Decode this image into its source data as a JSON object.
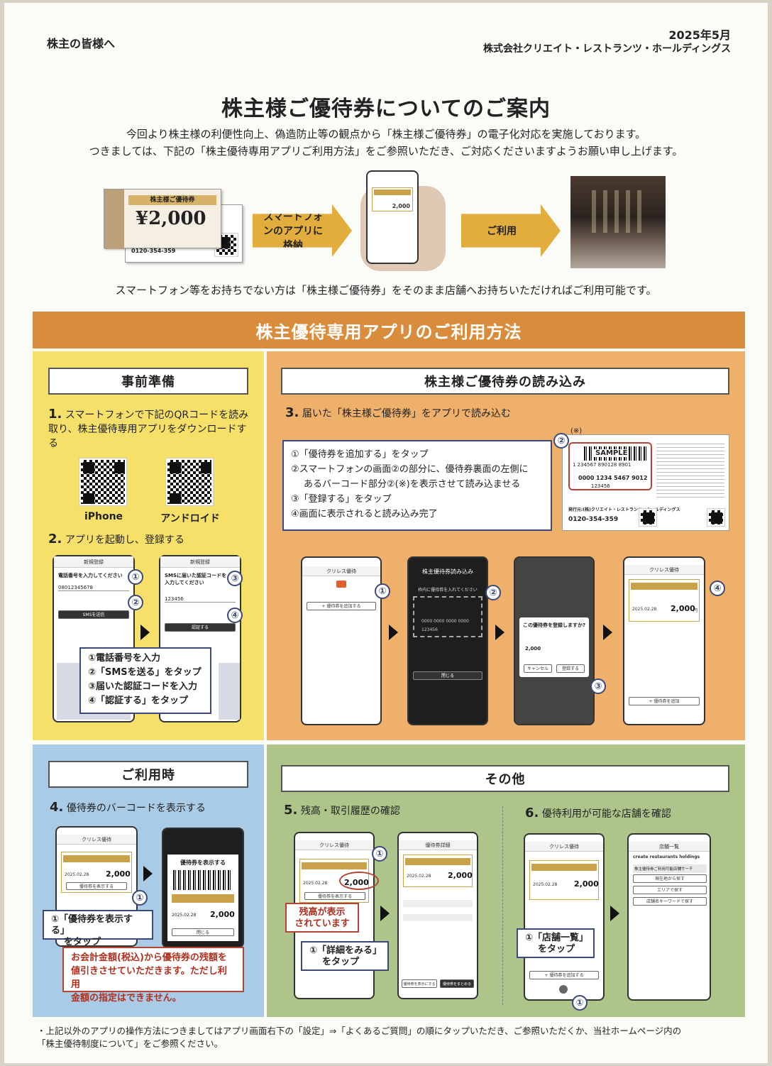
{
  "header": {
    "to": "株主の皆様へ",
    "date": "2025年5月",
    "company": "株式会社クリエイト・レストランツ・ホールディングス"
  },
  "title": "株主様ご優待券についてのご案内",
  "intro": {
    "line1": "今回より株主様の利便性向上、偽造防止等の観点から「株主様ご優待券」の電子化対応を実施しております。",
    "line2": "つきましては、下記の「株主優待専用アプリご利用方法」をご参照いただき、ご対応くださいますようお願い申し上げます。"
  },
  "flow": {
    "ticket_title": "株主様ご優待券",
    "ticket_amount": "¥2,000",
    "ticket_tel": "0120-354-359",
    "arrow1": "スマートフォンのアプリに格納",
    "arrow2": "ご利用",
    "phone_amount": "2,000"
  },
  "no_phone_note": "スマートフォン等をお持ちでない方は「株主様ご優待券」をそのまま店舗へお持ちいただければご利用可能です。",
  "banner": "株主優待専用アプリのご利用方法",
  "prep": {
    "head": "事前準備",
    "step1_num": "1.",
    "step1_text": "スマートフォンで下記のQRコードを読み取り、株主優待専用アプリをダウンロードする",
    "qr1_label": "iPhone",
    "qr2_label": "アンドロイド",
    "step2_num": "2.",
    "step2_text": "アプリを起動し、登録する",
    "phone1_title": "新規登録",
    "phone1_prompt": "電話番号を入力してください",
    "phone1_number": "08012345678",
    "phone1_btn": "SMSを送信",
    "phone2_title": "新規登録",
    "phone2_prompt": "SMSに届いた認証コードを入力してください",
    "phone2_code": "123456",
    "phone2_btn": "認証する",
    "instructions": [
      "①電話番号を入力",
      "②「SMSを送る」をタップ",
      "③届いた認証コードを入力",
      "④「認証する」をタップ"
    ],
    "markers": [
      "①",
      "②",
      "③",
      "④"
    ]
  },
  "read": {
    "head": "株主様ご優待券の読み込み",
    "step3_num": "3.",
    "step3_text": "届いた「株主様ご優待券」をアプリで読み込む",
    "instructions": [
      "①「優待券を追加する」をタップ",
      "②スマートフォンの画面②の部分に、優待券裏面の左側に",
      "あるバーコード部分②(※)を表示させて読み込ませる",
      "③「登録する」をタップ",
      "④画面に表示されると読み込み完了"
    ],
    "ticket_marker": "②",
    "ticket_note": "(※)",
    "ticket_sample": "SAMPLE",
    "ticket_barcode_num": "1 234567 890128 8901",
    "ticket_code": "0000 1234 5467 9012",
    "ticket_pin": "123456",
    "ticket_issuer": "発行元:(株)クリエイト・レストランツ・ホールディングス",
    "ticket_tel": "0120-354-359",
    "phone_a_title": "クリレス優待",
    "phone_a_btn": "+ 優待券を追加する",
    "phone_b_title": "株主優待券読み込み",
    "phone_b_prompt": "枠内に優待券を入れてください",
    "phone_b_code1": "0000 0000 0000 0000",
    "phone_b_code2": "123456",
    "phone_b_btn": "閉じる",
    "phone_c_prompt": "この優待券を登録しますか?",
    "phone_c_amount": "2,000",
    "phone_c_cancel": "キャンセル",
    "phone_c_ok": "登録する",
    "phone_d_title": "クリレス優待",
    "phone_d_date": "2025.02.28",
    "phone_d_amount": "2,000",
    "phone_d_unit": "円",
    "phone_d_btn": "+ 優待券を追加",
    "markers": [
      "①",
      "②",
      "③",
      "④"
    ]
  },
  "use": {
    "head": "ご利用時",
    "step4_num": "4.",
    "step4_text": "優待券のバーコードを表示する",
    "phone_a_title": "クリレス優待",
    "phone_a_date": "2025.02.28",
    "phone_a_amount": "2,000",
    "phone_a_btn": "優待券を表示する",
    "phone_b_title": "優待券を表示する",
    "phone_b_date": "2025.02.28",
    "phone_b_amount": "2,000",
    "phone_b_btn": "閉じる",
    "instruction_l1": "①「優待券を表示する」",
    "instruction_l2": "をタップ",
    "note": [
      "お会計金額(税込)から優待券の残額を",
      "値引きさせていただきます。ただし利用",
      "金額の指定はできません。"
    ],
    "marker": "①"
  },
  "other": {
    "head": "その他",
    "step5_num": "5.",
    "step5_text": "残高・取引履歴の確認",
    "step6_num": "6.",
    "step6_text": "優待利用が可能な店舗を確認",
    "phone5a_title": "クリレス優待",
    "phone5a_date": "2025.02.28",
    "phone5a_amount": "2,000",
    "phone5a_btn": "優待券を表示する",
    "phone5b_title": "優待券詳細",
    "phone5b_date": "2025.02.28",
    "phone5b_amount": "2,000",
    "phone5b_btn1": "優待券を表示にする",
    "phone5b_btn2": "優待券をまとめる",
    "balance_note": [
      "残高が表示",
      "されています"
    ],
    "instruction5": [
      "①「詳細をみる」",
      "をタップ"
    ],
    "phone6a_title": "クリレス優待",
    "phone6a_date": "2025.02.28",
    "phone6a_amount": "2,000",
    "phone6a_btn": "+ 優待券を追加する",
    "phone6b_title": "店舗一覧",
    "phone6b_brand": "create restaurants holdings",
    "phone6b_sub": "株主優待券ご利用可能店舗サーチ",
    "phone6b_opt1": "現在地から探す",
    "phone6b_opt2": "エリアで探す",
    "phone6b_opt3": "店舗名キーワードで探す",
    "instruction6": [
      "①「店舗一覧」",
      "をタップ"
    ],
    "markers": [
      "①"
    ]
  },
  "footnote": {
    "line1": "・上記以外のアプリの操作方法につきましてはアプリ画面右下の「設定」⇒「よくあるご質問」の順にタップいただき、ご参照いただくか、当社ホームページ内の",
    "line2": "「株主優待制度について」をご参照ください。"
  },
  "colors": {
    "banner": "#d98d3c",
    "prep": "#f7e06a",
    "read": "#eeb06b",
    "use": "#a9cbe6",
    "other": "#adc58a",
    "flow_arrow": "#e2ad3c",
    "marker": "#3b4a78",
    "alert": "#b34533"
  }
}
